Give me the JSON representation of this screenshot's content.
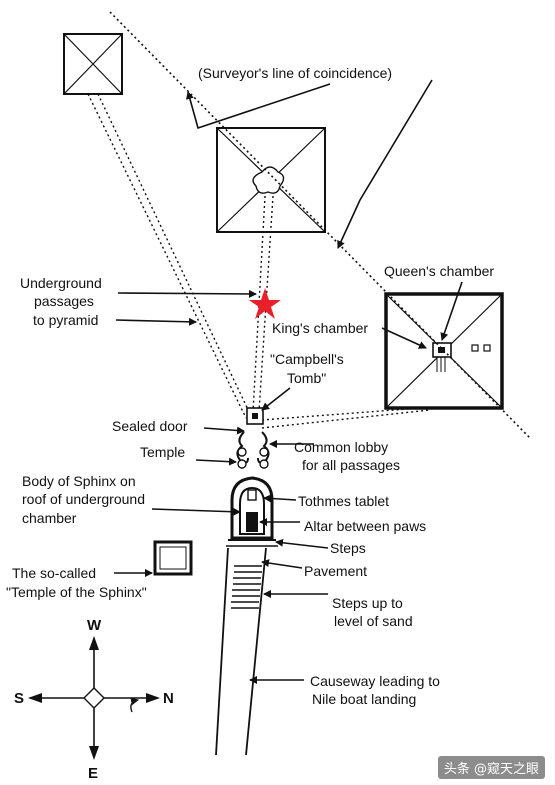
{
  "labels": {
    "surveyor_line": "(Surveyor's line of coincidence)",
    "queens_chamber": "Queen's chamber",
    "underground_1": "Underground",
    "underground_2": "passages",
    "underground_3": "to pyramid",
    "kings_chamber": "King's chamber",
    "campbell_1": "\"Campbell's",
    "campbell_2": "Tomb\"",
    "sealed_door": "Sealed door",
    "temple": "Temple",
    "common_lobby_1": "Common lobby",
    "common_lobby_2": "for all passages",
    "body_sphinx_1": "Body of Sphinx on",
    "body_sphinx_2": "roof of underground",
    "body_sphinx_3": "chamber",
    "tothmes": "Tothmes tablet",
    "altar": "Altar between paws",
    "steps": "Steps",
    "pavement": "Pavement",
    "so_called_1": "The so-called",
    "so_called_2": "\"Temple of the Sphinx\"",
    "steps_up_1": "Steps up to",
    "steps_up_2": "level of sand",
    "causeway_1": "Causeway leading to",
    "causeway_2": "Nile boat landing"
  },
  "compass": {
    "north": "N",
    "south": "S",
    "east": "E",
    "west": "W"
  },
  "watermark": "头条 @窥天之眼",
  "colors": {
    "ink": "#111111",
    "star": "#e8202a",
    "background": "#ffffff"
  }
}
